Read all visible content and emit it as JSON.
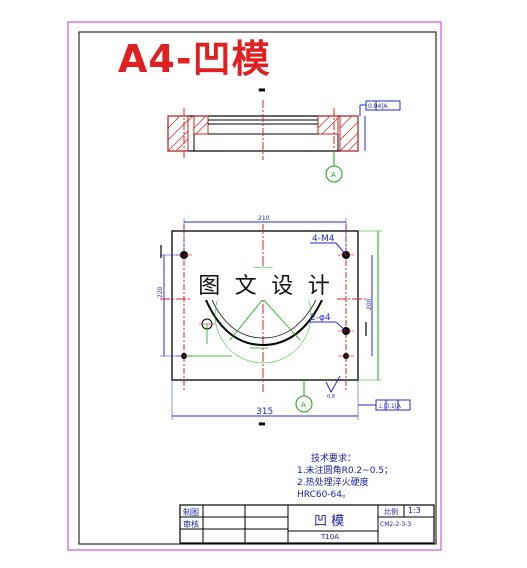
{
  "title": "A4-凹模",
  "watermark": [
    "图",
    "文",
    "设",
    "计"
  ],
  "dimensions": {
    "top_width": "210",
    "bottom_width": "315",
    "hole_note_top": "4-M4",
    "hole_note_bottom": "2-φ4",
    "left_vertical": "220",
    "right_vertical": "200",
    "flatness": "0.04|A",
    "perpendicularity": "⊥|0.1|A",
    "datum": "A",
    "roughness": "0.8",
    "section_mark": "A"
  },
  "tech_requirements": {
    "heading": "技术要求：",
    "items": [
      "1.未注圆角R0.2~0.5；",
      "2.热处理淬火硬度",
      "HRC60-64。"
    ]
  },
  "title_block": {
    "label_drawn": "制图",
    "label_review": "审核",
    "part_name": "凹 模",
    "material": "T10A",
    "label_scale": "比例",
    "scale": "1:3",
    "drawing_number": "CM2-2-3-3"
  },
  "colors": {
    "border": "#cc33cc",
    "dimension": "#2a2ad0",
    "centerline": "#e02020",
    "outline": "#000000",
    "hatch": "#cc2222",
    "leader": "#11aa11"
  }
}
